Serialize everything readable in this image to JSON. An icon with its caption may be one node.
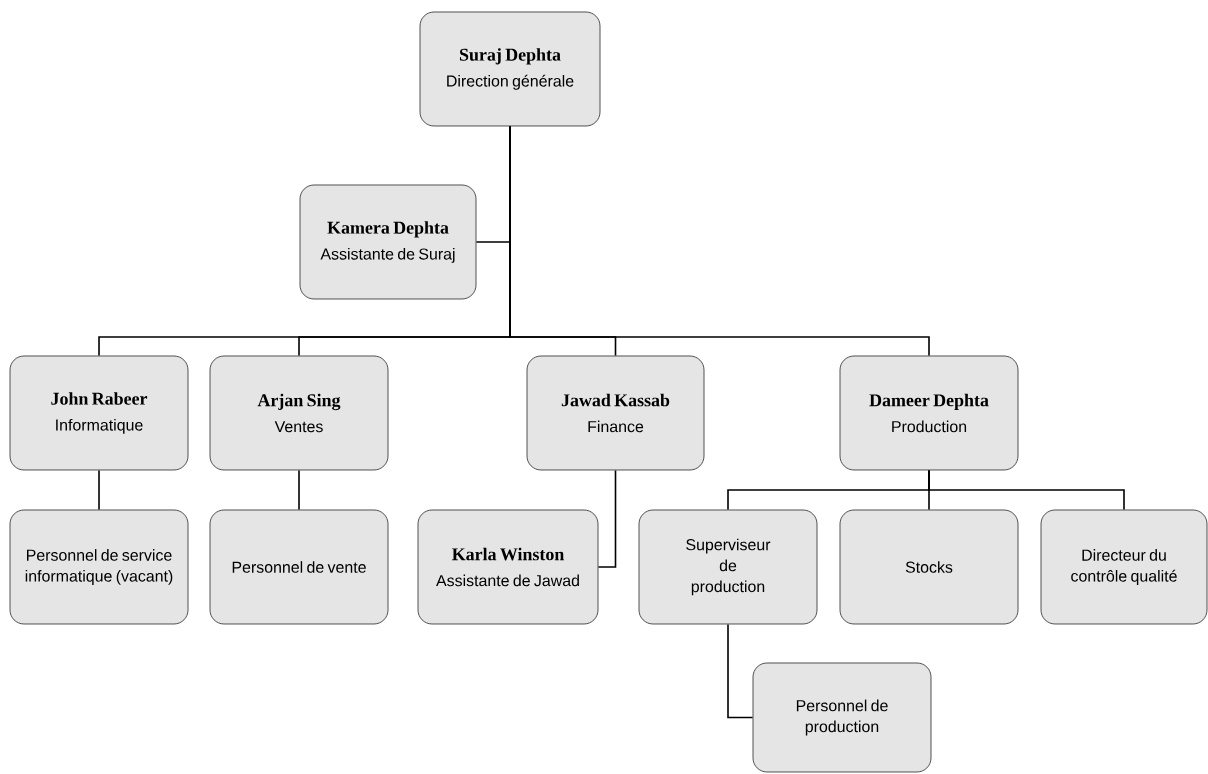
{
  "diagram": {
    "nodes": [
      {
        "text": [
          "Suraj Dephta",
          "Direction générale"
        ]
      },
      {
        "text": [
          "Kamera Dephta",
          "Assistante de Suraj"
        ]
      },
      {
        "text": [
          "John Rabeer",
          "Informatique"
        ]
      },
      {
        "text": [
          "Arjan Sing",
          "Ventes"
        ]
      },
      {
        "text": [
          "Jawad Kassab",
          "Finance"
        ]
      },
      {
        "text": [
          "Dameer Dephta",
          "Production"
        ]
      },
      {
        "text": [
          "Personnel de service informatique (vacant)"
        ]
      },
      {
        "text": [
          "Personnel de vente"
        ]
      },
      {
        "text": [
          "Karla Winston",
          "Assistante de Jawad"
        ]
      },
      {
        "text": [
          "Superviseur de production"
        ]
      },
      {
        "text": [
          "Stocks"
        ]
      },
      {
        "text": [
          "Directeur du contrôle qualité"
        ]
      },
      {
        "text": [
          "Personnel de production"
        ]
      }
    ],
    "edges": [
      {
        "from": 0,
        "to": 1,
        "arrow": "none"
      },
      {
        "from": 0,
        "to": 2,
        "arrow": "none"
      },
      {
        "from": 0,
        "to": 3,
        "arrow": "none"
      },
      {
        "from": 0,
        "to": 4,
        "arrow": "none"
      },
      {
        "from": 0,
        "to": 5,
        "arrow": "none"
      },
      {
        "from": 2,
        "to": 6,
        "arrow": "none"
      },
      {
        "from": 3,
        "to": 7,
        "arrow": "none"
      },
      {
        "from": 4,
        "to": 8,
        "arrow": "none"
      },
      {
        "from": 5,
        "to": 9,
        "arrow": "none"
      },
      {
        "from": 5,
        "to": 10,
        "arrow": "none"
      },
      {
        "from": 5,
        "to": 11,
        "arrow": "none"
      },
      {
        "from": 9,
        "to": 12,
        "arrow": "none"
      }
    ]
  }
}
